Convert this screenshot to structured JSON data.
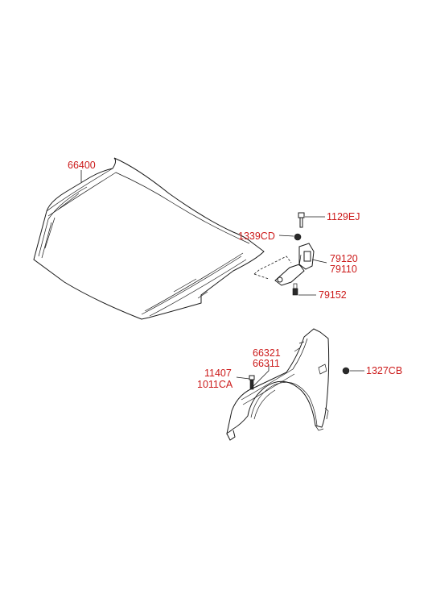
{
  "part_labels": {
    "hood": "66400",
    "hinge_bolt": "1129EJ",
    "hinge_nut": "1339CD",
    "hinge_rh": "79120",
    "hinge_lh": "79110",
    "hinge_bolt_lower": "79152",
    "fender_rh": "66321",
    "fender_lh": "66311",
    "fender_bolt": "11407",
    "fender_bolt_alt": "1011CA",
    "fender_nut": "1327CB"
  },
  "colors": {
    "label": "#cc1a1a",
    "line": "#1a1a1a"
  }
}
